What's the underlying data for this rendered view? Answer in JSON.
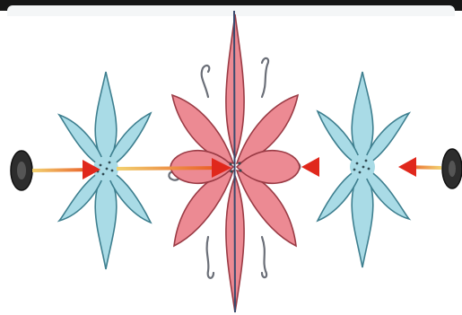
{
  "diagram": {
    "colors": {
      "background": "#ffffff",
      "frame": "#161616",
      "blue_petal_fill": "#a9dbe6",
      "blue_petal_stroke": "#3e7f8f",
      "pink_petal_fill": "#ec8a93",
      "pink_petal_stroke": "#9a3b45",
      "axis_line": "#3a4a6e",
      "arrow_head": "#e0281c",
      "arrow_shaft_start": "#f2d270",
      "arrow_shaft_end": "#e8501f",
      "source_disk": "#2d2d2d",
      "tendril": "#6b6f78"
    },
    "elements": {
      "left_source": "dark-oval-source",
      "left_flower": "blue-six-petal-flower",
      "center_flower": "pink-split-flower",
      "right_flower": "blue-six-petal-flower",
      "right_source": "dark-oval-source"
    }
  }
}
